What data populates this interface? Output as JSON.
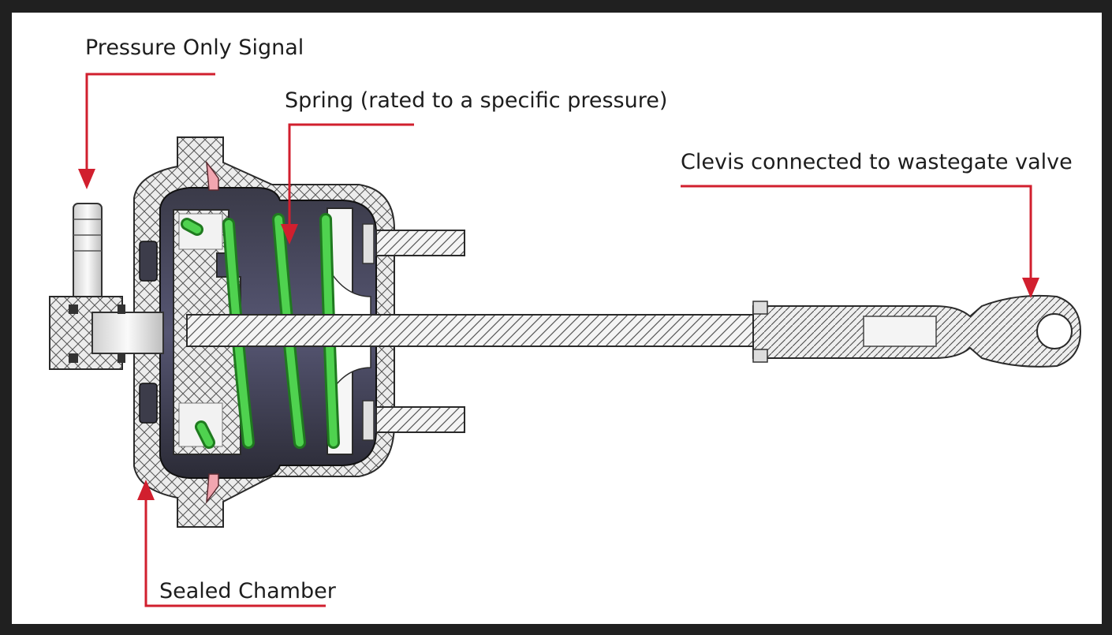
{
  "labels": {
    "pressure_signal": "Pressure Only Signal",
    "spring": "Spring (rated to a specific pressure)",
    "clevis": "Clevis connected to wastegate valve",
    "sealed_chamber": "Sealed Chamber"
  },
  "colors": {
    "background": "#202020",
    "canvas": "#ffffff",
    "callout": "#d11f2e",
    "spring": "#3cc23c",
    "diaphragm": "#1a1a22",
    "seal": "#f2a6b0",
    "outline": "#2a2a2a"
  }
}
